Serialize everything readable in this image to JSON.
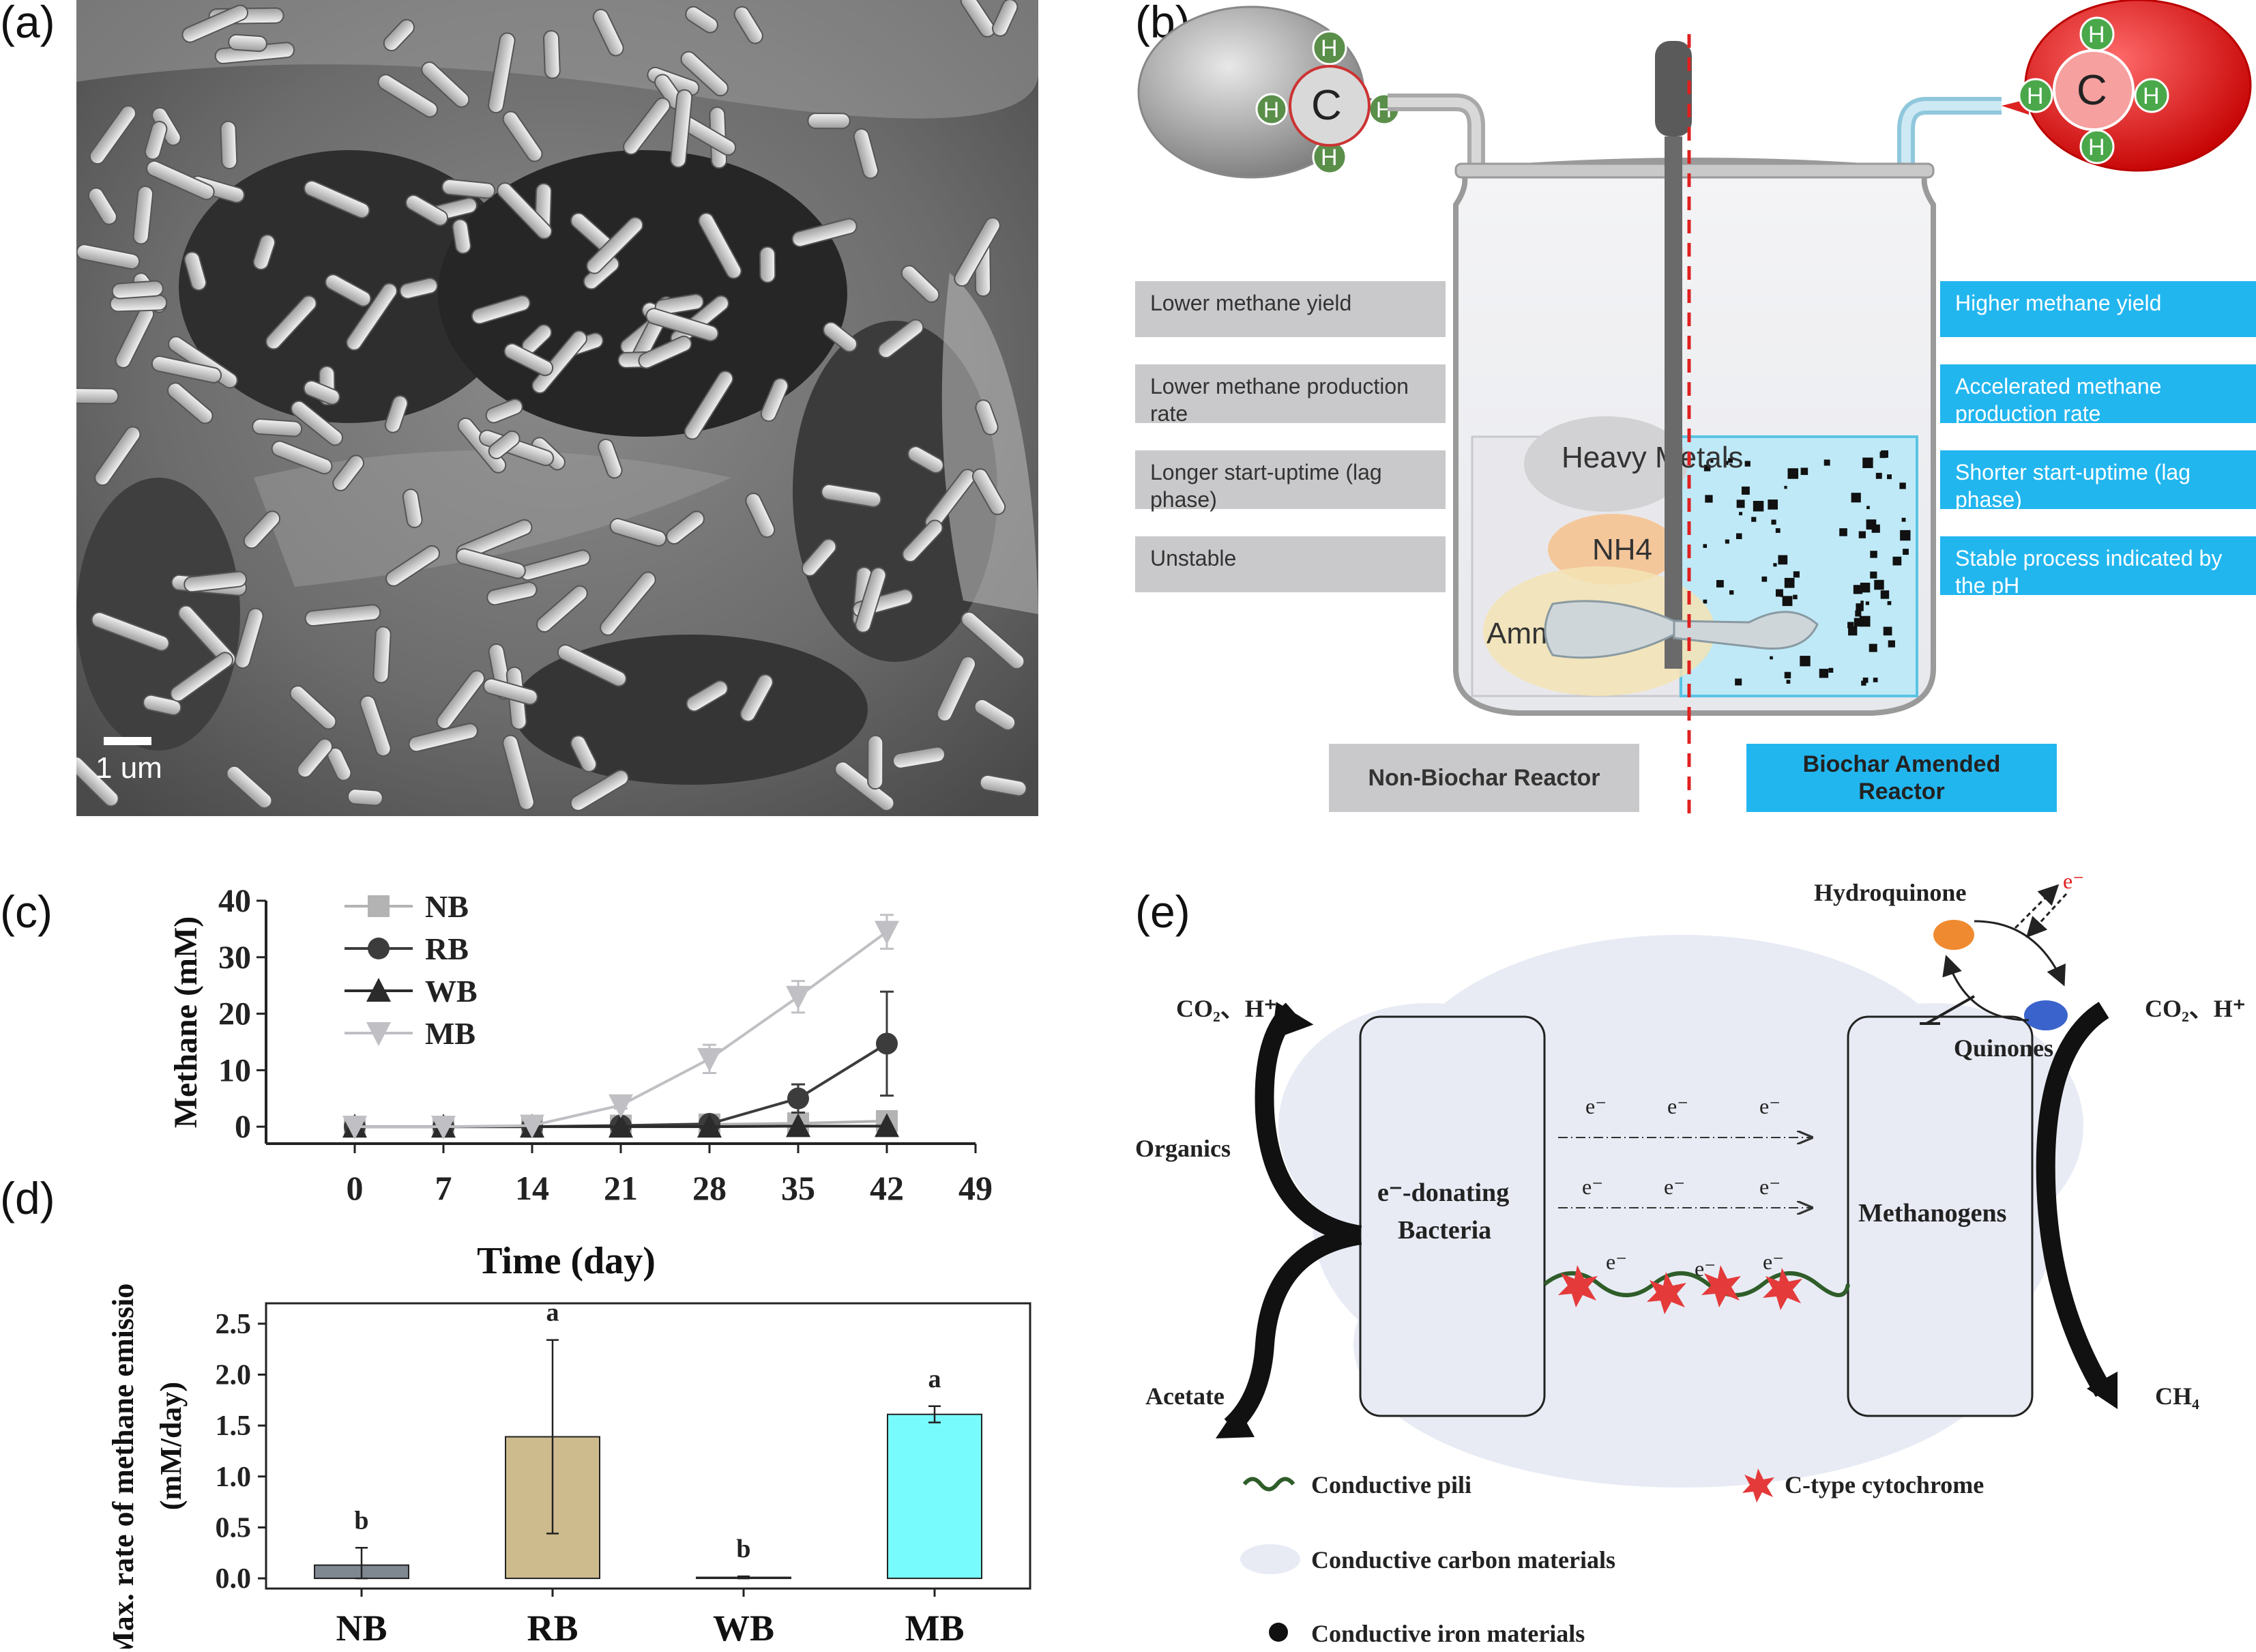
{
  "panel_labels": [
    "(a)",
    "(b)",
    "(c)",
    "(d)",
    "(e)"
  ],
  "panel_a": {
    "scale_bar": "1 um"
  },
  "panel_b": {
    "left_labels": [
      "Lower methane yield",
      "Lower methane production rate",
      "Longer start-uptime (lag phase)",
      "Unstable"
    ],
    "right_labels": [
      "Higher methane yield",
      "Accelerated methane production rate",
      "Shorter start-uptime (lag phase)",
      "Stable process indicated by the pH"
    ],
    "left_reactor": "Non-Biochar Reactor",
    "right_reactor": "Biochar Amended Reactor",
    "inhibitors": [
      "Heavy Metals",
      "NH4",
      "Ammonium"
    ],
    "molecule_center": "C",
    "molecule_atom": "H",
    "colors": {
      "left": "#c9c9cb",
      "right": "#22b6ef",
      "divider": "#e02020"
    }
  },
  "chart_data": [
    {
      "type": "line",
      "panel": "c",
      "xlabel": "Time (day)",
      "ylabel": "Methane (mM)",
      "x_ticks": [
        0,
        7,
        14,
        21,
        28,
        35,
        42,
        49
      ],
      "y_ticks": [
        0,
        10,
        20,
        30,
        40
      ],
      "xlim": [
        -7,
        49
      ],
      "ylim": [
        -3,
        40
      ],
      "legend_position": "top-left",
      "x": [
        0,
        7,
        14,
        21,
        28,
        35,
        42
      ],
      "series": [
        {
          "name": "NB",
          "marker": "square",
          "color": "#b3b3b3",
          "values": [
            0,
            0,
            0,
            0.2,
            0.4,
            0.6,
            1.0
          ],
          "err": [
            0,
            0,
            0,
            0,
            0,
            0.4,
            1.0
          ]
        },
        {
          "name": "RB",
          "marker": "circle",
          "color": "#3c3c3c",
          "values": [
            0,
            0,
            0,
            0.2,
            0.5,
            5.0,
            14.7
          ],
          "err": [
            0,
            0,
            0,
            0,
            0,
            2.5,
            9.2
          ]
        },
        {
          "name": "WB",
          "marker": "triangle-up",
          "color": "#2b2b2b",
          "values": [
            0,
            0,
            0,
            0,
            0,
            0.1,
            0.1
          ],
          "err": [
            0,
            0,
            0,
            0,
            0,
            0,
            0
          ]
        },
        {
          "name": "MB",
          "marker": "triangle-down",
          "color": "#c0c0c4",
          "values": [
            0,
            0,
            0.2,
            3.8,
            12.0,
            23.0,
            34.5
          ],
          "err": [
            0,
            0,
            0,
            0.6,
            2.5,
            2.8,
            3.0
          ]
        }
      ]
    },
    {
      "type": "bar",
      "panel": "d",
      "ylabel_line1": "Max. rate of methane emission",
      "ylabel_line2": "(mM/day)",
      "categories": [
        "NB",
        "RB",
        "WB",
        "MB"
      ],
      "values": [
        0.13,
        1.39,
        0.01,
        1.61
      ],
      "err": [
        0.17,
        0.95,
        0.01,
        0.08
      ],
      "letters": [
        "b",
        "a",
        "b",
        "a"
      ],
      "colors": [
        "#7f8791",
        "#cdbb8e",
        "#f7f28a",
        "#78fbfc"
      ],
      "y_ticks": [
        "0.0",
        "0.5",
        "1.0",
        "1.5",
        "2.0",
        "2.5"
      ],
      "ylim": [
        -0.1,
        2.7
      ]
    }
  ],
  "panel_e": {
    "left_box": [
      "e⁻-donating",
      "Bacteria"
    ],
    "right_box": "Methanogens",
    "electron": "e⁻",
    "left_inputs": [
      "CO₂、H⁺",
      "Organics",
      "Acetate"
    ],
    "right_outputs": [
      "CO₂、H⁺",
      "CH₄"
    ],
    "hydroquinone": "Hydroquinone",
    "quinones": "Quinones",
    "legend": [
      "Conductive pili",
      "C-type cytochrome",
      "Conductive carbon  materials",
      "Conductive iron materials"
    ],
    "colors": {
      "hydroquinone": "#f08a30",
      "quinones": "#3a63cc",
      "pili": "#2f5d2a",
      "cytochrome": "#e43a3a",
      "cloud": "#e8ebf4"
    }
  }
}
